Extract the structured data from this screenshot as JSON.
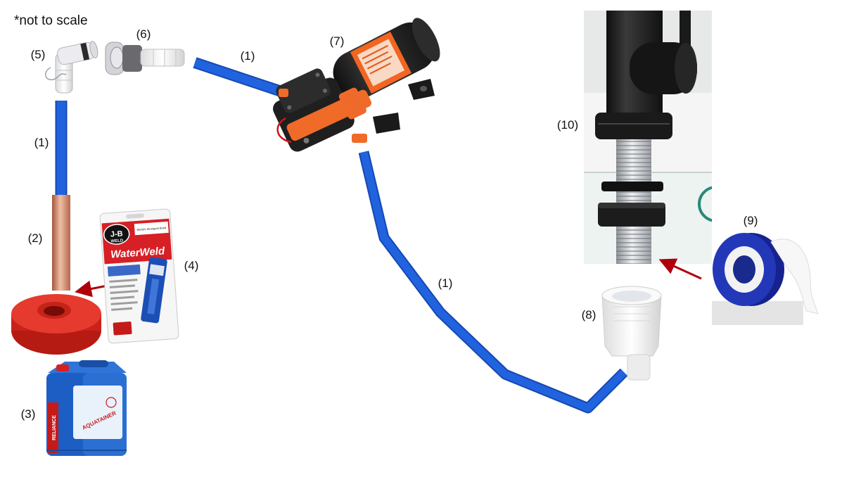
{
  "note": "*not to scale",
  "labels": {
    "tube_top": "(1)",
    "tube_left": "(1)",
    "tube_long": "(1)",
    "copper_pipe": "(2)",
    "container": "(3)",
    "water_weld": "(4)",
    "elbow": "(5)",
    "fitting": "(6)",
    "pump": "(7)",
    "adapter": "(8)",
    "tape": "(9)",
    "faucet": "(10)"
  },
  "product_text": {
    "jb_logo": "J-B",
    "jb_weld": "WELD",
    "waterweld": "WaterWeld",
    "slogan": "World's Strongest Bond",
    "aquatainer": "AQUATAINER",
    "reliance": "RELIANCE"
  },
  "colors": {
    "tube": "#2163de",
    "tube_edge": "#1647b3",
    "arrow": "#b0000c"
  }
}
